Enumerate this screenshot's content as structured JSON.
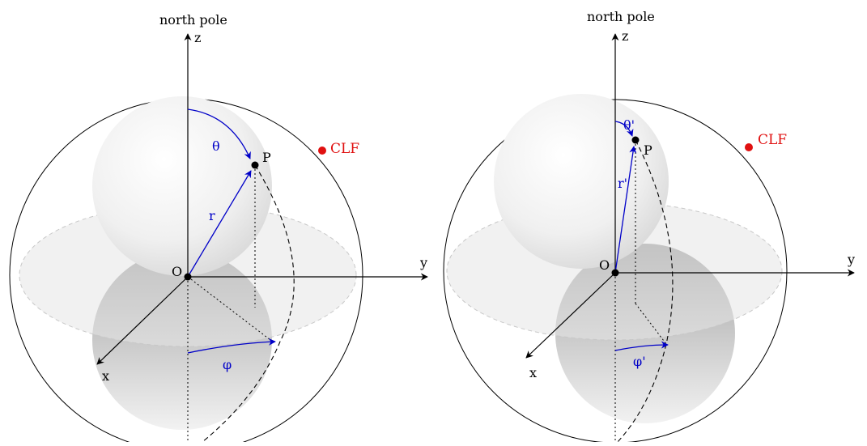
{
  "colors": {
    "angle": "#0000c8",
    "clf": "#e01010",
    "axis": "#000000",
    "sphere_fill": "#f2f2f2",
    "plane_fill": "#eeeeee"
  },
  "left_panel": {
    "north_pole": "north pole",
    "axis_z": "z",
    "axis_y": "y",
    "axis_x": "x",
    "origin": "O",
    "point": "P",
    "radius": "r",
    "polar_angle": "θ",
    "azimuth": "φ",
    "clf": "CLF"
  },
  "right_panel": {
    "north_pole": "north pole",
    "axis_z": "z",
    "axis_y": "y",
    "axis_x": "x",
    "origin": "O",
    "point": "P",
    "radius": "r'",
    "polar_angle": "θ'",
    "azimuth": "φ'",
    "clf": "CLF"
  }
}
